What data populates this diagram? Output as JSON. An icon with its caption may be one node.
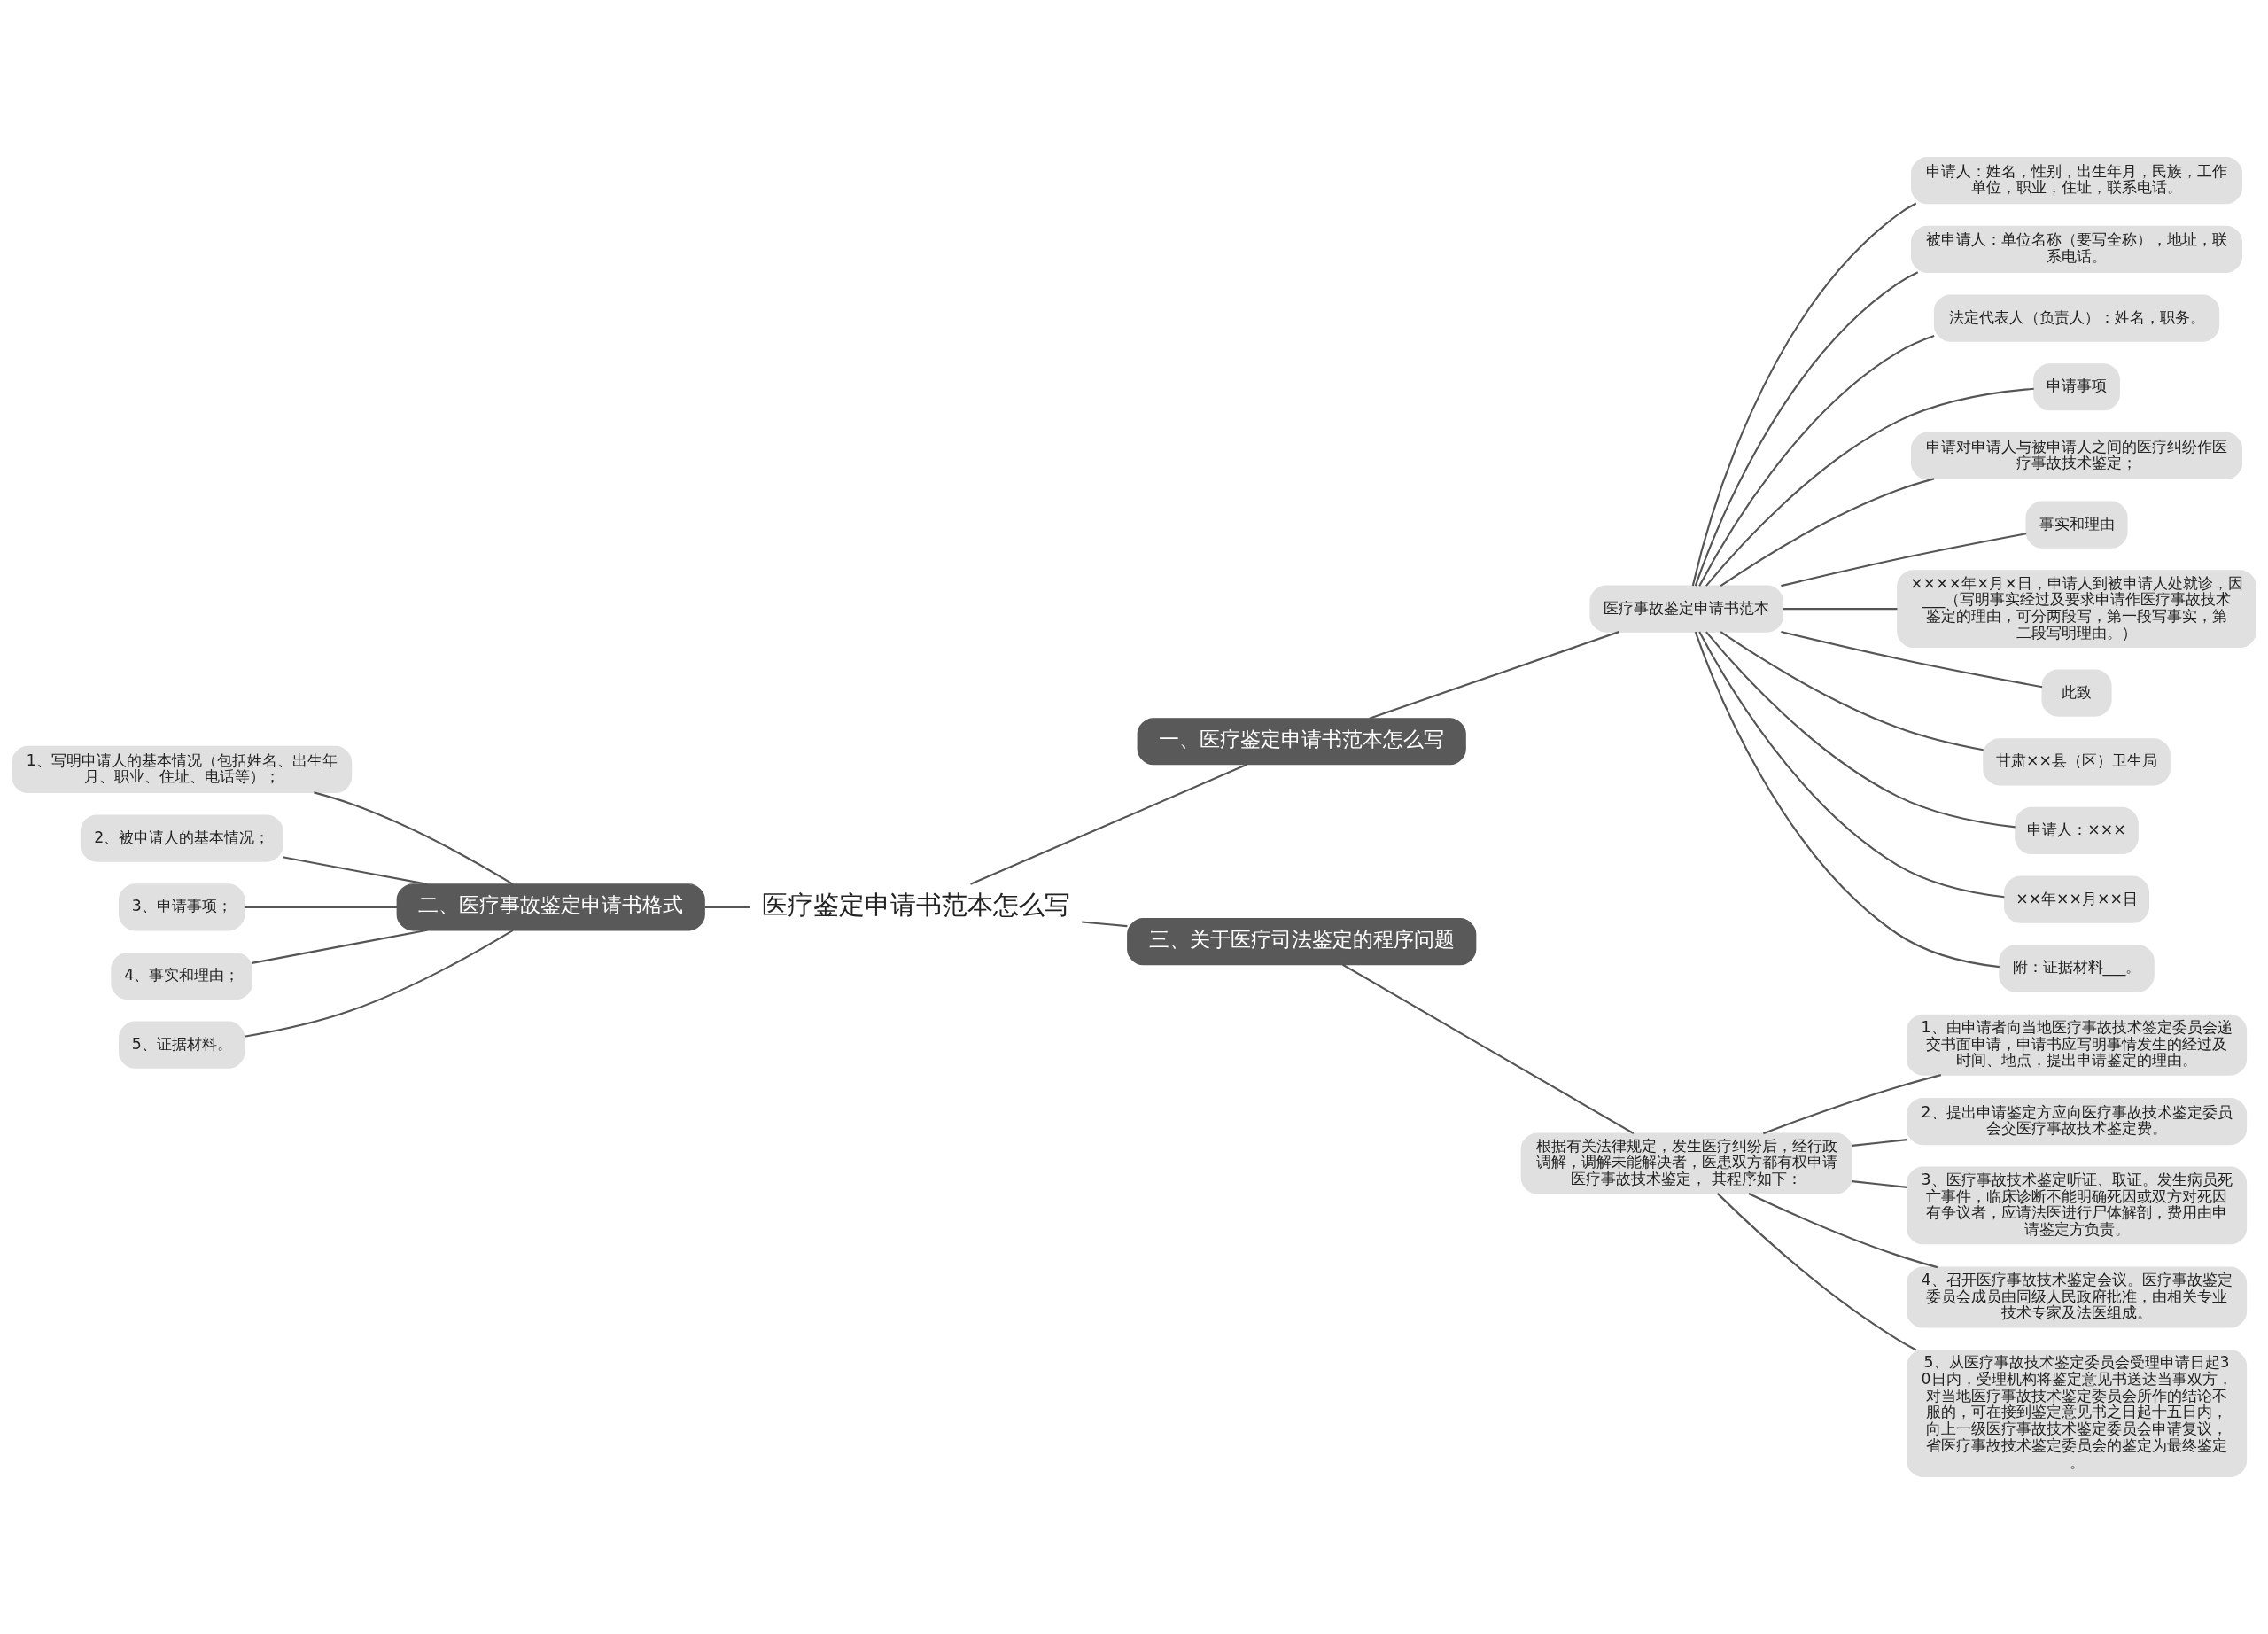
{
  "diagram": {
    "nodes": [
      {
        "text": [
          "医疗鉴定申请书范本怎么写"
        ]
      },
      {
        "text": [
          "一、医疗鉴定申请书范本怎么写"
        ]
      },
      {
        "text": [
          "医疗事故鉴定申请书范本"
        ]
      },
      {
        "text": [
          "申请人：姓名，性别，出生年月，民族，工作单位，职业，住址，联系电话。"
        ]
      },
      {
        "text": [
          "被申请人：单位名称（要写全称），地址，联系电话。"
        ]
      },
      {
        "text": [
          "法定代表人（负责人）：姓名，职务。"
        ]
      },
      {
        "text": [
          "申请事项"
        ]
      },
      {
        "text": [
          "申请对申请人与被申请人之间的医疗纠纷作医疗事故技术鉴定；"
        ]
      },
      {
        "text": [
          "事实和理由"
        ]
      },
      {
        "text": [
          "××××年×月×日，申请人到被申请人处就诊，因___（写明事实经过及要求申请作医疗事故技术鉴定的理由，可分两段写，第一段写事实，第二段写明理由。）"
        ]
      },
      {
        "text": [
          "此致"
        ]
      },
      {
        "text": [
          "甘肃××县（区）卫生局"
        ]
      },
      {
        "text": [
          "申请人：×××"
        ]
      },
      {
        "text": [
          "××年××月××日"
        ]
      },
      {
        "text": [
          "附：证据材料___。"
        ]
      },
      {
        "text": [
          "三、关于医疗司法鉴定的程序问题"
        ]
      },
      {
        "text": [
          "根据有关法律规定，发生医疗纠纷后，经行政调解，调解未能解决者，医患双方都有权申请医疗事故技术鉴定， 其程序如下："
        ]
      },
      {
        "text": [
          "1、由申请者向当地医疗事故技术签定委员会递交书面申请，申请书应写明事情发生的经过及时间、地点，提出申请鉴定的理由。"
        ]
      },
      {
        "text": [
          "2、提出申请鉴定方应向医疗事故技术鉴定委员会交医疗事故技术鉴定费。"
        ]
      },
      {
        "text": [
          "3、医疗事故技术鉴定听证、取证。发生病员死亡事件，临床诊断不能明确死因或双方对死因有争议者，应请法医进行尸体解剖，费用由申请鉴定方负责。"
        ]
      },
      {
        "text": [
          "4、召开医疗事故技术鉴定会议。医疗事故鉴定委员会成员由同级人民政府批准，由相关专业技术专家及法医组成。"
        ]
      },
      {
        "text": [
          "5、从医疗事故技术鉴定委员会受理申请日起30日内，受理机构将鉴定意见书送达当事双方，对当地医疗事故技术鉴定委员会所作的结论不服的，可在接到鉴定意见书之日起十五日内，向上一级医疗事故技术鉴定委员会申请复议，省医疗事故技术鉴定委员会的鉴定为最终鉴定。"
        ]
      },
      {
        "text": [
          "二、医疗事故鉴定申请书格式"
        ]
      },
      {
        "text": [
          "1、写明申请人的基本情况（包括姓名、出生年月、职业、住址、电话等）；"
        ]
      },
      {
        "text": [
          "2、被申请人的基本情况；"
        ]
      },
      {
        "text": [
          "3、申请事项；"
        ]
      },
      {
        "text": [
          "4、事实和理由；"
        ]
      },
      {
        "text": [
          "5、证据材料。"
        ]
      }
    ],
    "edges": [
      {
        "from": 0,
        "to": 1,
        "arrow": "none"
      },
      {
        "from": 1,
        "to": 2,
        "arrow": "none"
      },
      {
        "from": 2,
        "to": 3,
        "arrow": "none"
      },
      {
        "from": 2,
        "to": 4,
        "arrow": "none"
      },
      {
        "from": 2,
        "to": 5,
        "arrow": "none"
      },
      {
        "from": 2,
        "to": 6,
        "arrow": "none"
      },
      {
        "from": 2,
        "to": 7,
        "arrow": "none"
      },
      {
        "from": 2,
        "to": 8,
        "arrow": "none"
      },
      {
        "from": 2,
        "to": 9,
        "arrow": "none"
      },
      {
        "from": 2,
        "to": 10,
        "arrow": "none"
      },
      {
        "from": 2,
        "to": 11,
        "arrow": "none"
      },
      {
        "from": 2,
        "to": 12,
        "arrow": "none"
      },
      {
        "from": 2,
        "to": 13,
        "arrow": "none"
      },
      {
        "from": 2,
        "to": 14,
        "arrow": "none"
      },
      {
        "from": 0,
        "to": 15,
        "arrow": "none"
      },
      {
        "from": 15,
        "to": 16,
        "arrow": "none"
      },
      {
        "from": 16,
        "to": 17,
        "arrow": "none"
      },
      {
        "from": 16,
        "to": 18,
        "arrow": "none"
      },
      {
        "from": 16,
        "to": 19,
        "arrow": "none"
      },
      {
        "from": 16,
        "to": 20,
        "arrow": "none"
      },
      {
        "from": 16,
        "to": 21,
        "arrow": "none"
      },
      {
        "from": 0,
        "to": 22,
        "arrow": "none"
      },
      {
        "from": 22,
        "to": 23,
        "arrow": "none"
      },
      {
        "from": 22,
        "to": 24,
        "arrow": "none"
      },
      {
        "from": 22,
        "to": 25,
        "arrow": "none"
      },
      {
        "from": 22,
        "to": 26,
        "arrow": "none"
      },
      {
        "from": 22,
        "to": 27,
        "arrow": "none"
      }
    ]
  }
}
